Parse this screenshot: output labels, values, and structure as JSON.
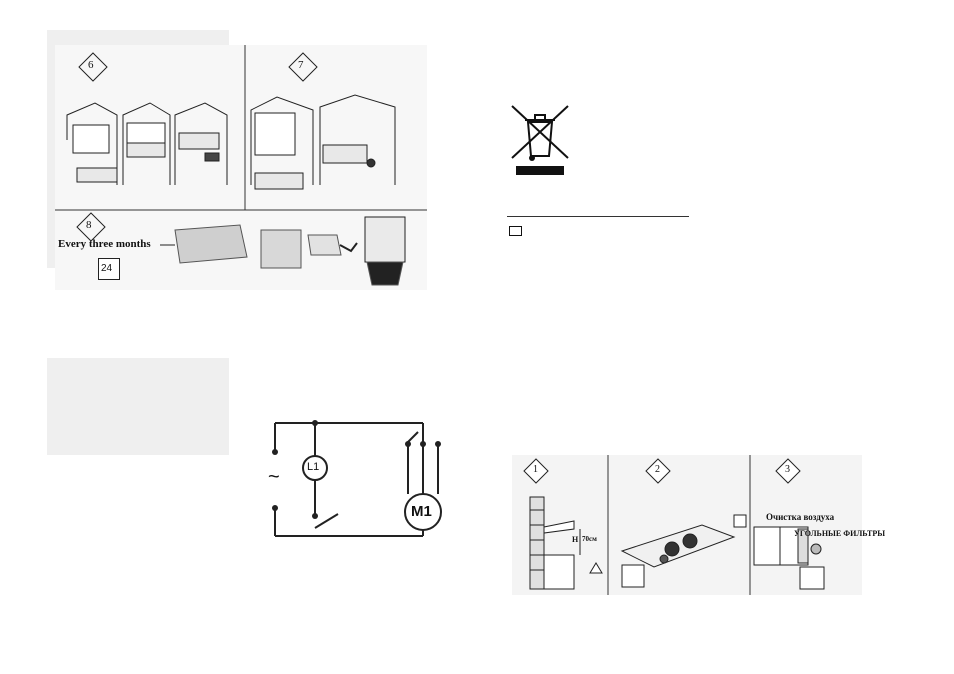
{
  "top_left_diagram": {
    "step6": "6",
    "step7": "7",
    "step8": "8",
    "caption": "Every three months",
    "calendar_number": "24"
  },
  "wiring": {
    "tilde": "~",
    "lamp_label": "L1",
    "motor_label": "M1"
  },
  "recycle": {
    "checkbox_present": true
  },
  "bottom_right_diagram": {
    "step1": "1",
    "step2": "2",
    "step3": "3",
    "dimension_label": "H",
    "dimension_value": "70см",
    "air_cleaning": "Очистка воздуха",
    "carbon_filters": "УГОЛЬНЫЕ ФИЛЬТРЫ"
  }
}
